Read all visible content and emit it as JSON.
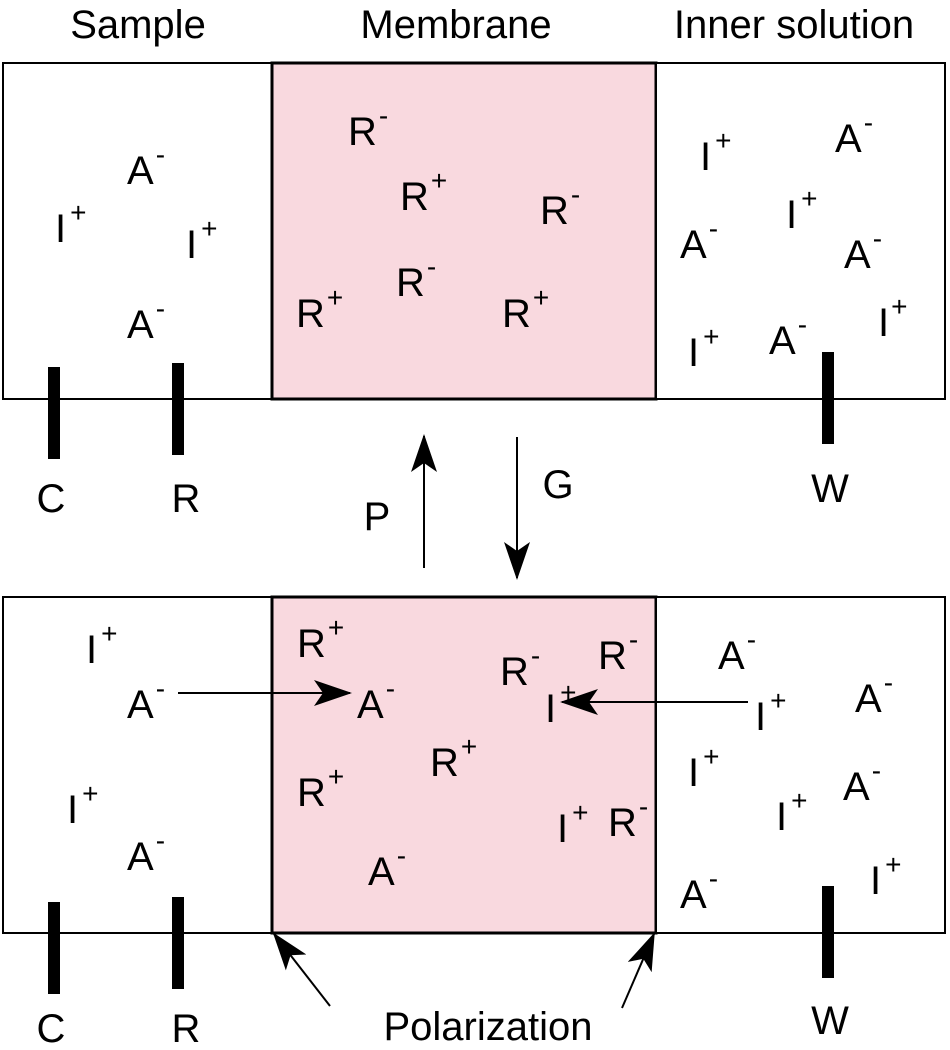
{
  "headers": {
    "sample": "Sample",
    "membrane": "Membrane",
    "inner": "Inner solution"
  },
  "colors": {
    "membrane_fill": "#f9d9df",
    "stroke": "#000000"
  },
  "symbols": {
    "R": "R",
    "A": "A",
    "I": "I",
    "plus": "+",
    "minus": "-"
  },
  "process_labels": {
    "polarization_arrow": "P",
    "galvanostatic_arrow": "G",
    "polarization_text": "Polarization"
  },
  "electrodes": {
    "counter": "C",
    "reference": "R",
    "working": "W"
  },
  "top_panel": {
    "sample_ions": [
      {
        "letter": "A",
        "charge": "-"
      },
      {
        "letter": "I",
        "charge": "+"
      },
      {
        "letter": "I",
        "charge": "+"
      },
      {
        "letter": "A",
        "charge": "-"
      }
    ],
    "membrane_ions": [
      {
        "letter": "R",
        "charge": "-"
      },
      {
        "letter": "R",
        "charge": "+"
      },
      {
        "letter": "R",
        "charge": "-"
      },
      {
        "letter": "R",
        "charge": "+"
      },
      {
        "letter": "R",
        "charge": "-"
      },
      {
        "letter": "R",
        "charge": "+"
      }
    ],
    "inner_ions": [
      {
        "letter": "I",
        "charge": "+"
      },
      {
        "letter": "A",
        "charge": "-"
      },
      {
        "letter": "I",
        "charge": "+"
      },
      {
        "letter": "A",
        "charge": "-"
      },
      {
        "letter": "A",
        "charge": "-"
      },
      {
        "letter": "I",
        "charge": "+"
      },
      {
        "letter": "A",
        "charge": "-"
      },
      {
        "letter": "I",
        "charge": "+"
      }
    ]
  },
  "bottom_panel": {
    "sample_ions": [
      {
        "letter": "I",
        "charge": "+"
      },
      {
        "letter": "A",
        "charge": "-"
      },
      {
        "letter": "I",
        "charge": "+"
      },
      {
        "letter": "A",
        "charge": "-"
      }
    ],
    "membrane_ions": [
      {
        "letter": "R",
        "charge": "+"
      },
      {
        "letter": "A",
        "charge": "-"
      },
      {
        "letter": "R",
        "charge": "-"
      },
      {
        "letter": "R",
        "charge": "-"
      },
      {
        "letter": "I",
        "charge": "+"
      },
      {
        "letter": "R",
        "charge": "+"
      },
      {
        "letter": "R",
        "charge": "+"
      },
      {
        "letter": "I",
        "charge": "+"
      },
      {
        "letter": "R",
        "charge": "-"
      },
      {
        "letter": "A",
        "charge": "-"
      }
    ],
    "inner_ions": [
      {
        "letter": "A",
        "charge": "-"
      },
      {
        "letter": "I",
        "charge": "+"
      },
      {
        "letter": "A",
        "charge": "-"
      },
      {
        "letter": "I",
        "charge": "+"
      },
      {
        "letter": "I",
        "charge": "+"
      },
      {
        "letter": "A",
        "charge": "-"
      },
      {
        "letter": "A",
        "charge": "-"
      },
      {
        "letter": "I",
        "charge": "+"
      }
    ]
  }
}
